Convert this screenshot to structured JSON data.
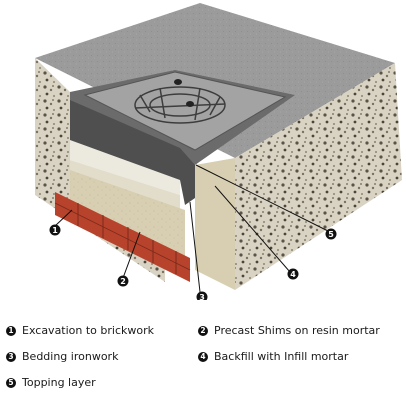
{
  "callouts": [
    {
      "number": "1",
      "label": "Excavation to brickwork"
    },
    {
      "number": "2",
      "label": "Precast Shims on resin mortar"
    },
    {
      "number": "3",
      "label": "Bedding ironwork"
    },
    {
      "number": "4",
      "label": "Backfill with Infill mortar"
    },
    {
      "number": "5",
      "label": "Topping layer"
    }
  ],
  "colors": {
    "asphalt": "#9b9b9b",
    "aggregate": "#d9d3c3",
    "bedding": "#d8cfb2",
    "shims": "#e7e6de",
    "brick": "#b8432c",
    "ironwork": "#6b6b6b",
    "cover": "#a3a3a3",
    "callout": "#111111"
  }
}
